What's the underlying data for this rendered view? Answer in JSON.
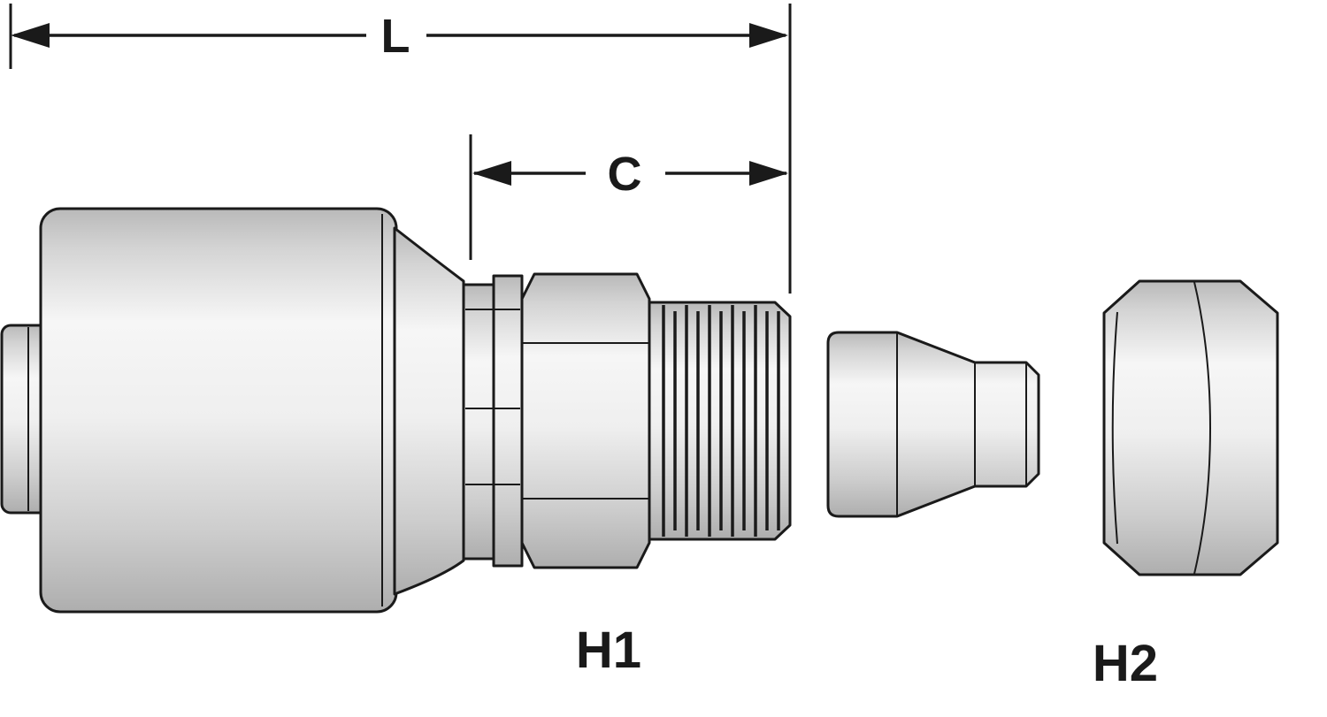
{
  "diagram": {
    "labels": {
      "L": "L",
      "C": "C",
      "H1": "H1",
      "H2": "H2"
    },
    "colors": {
      "outline": "#1a1a1a",
      "metal_light": "#f5f5f5",
      "metal_mid": "#d8d8d8",
      "metal_dark": "#aeaeae",
      "background": "#ffffff"
    }
  }
}
